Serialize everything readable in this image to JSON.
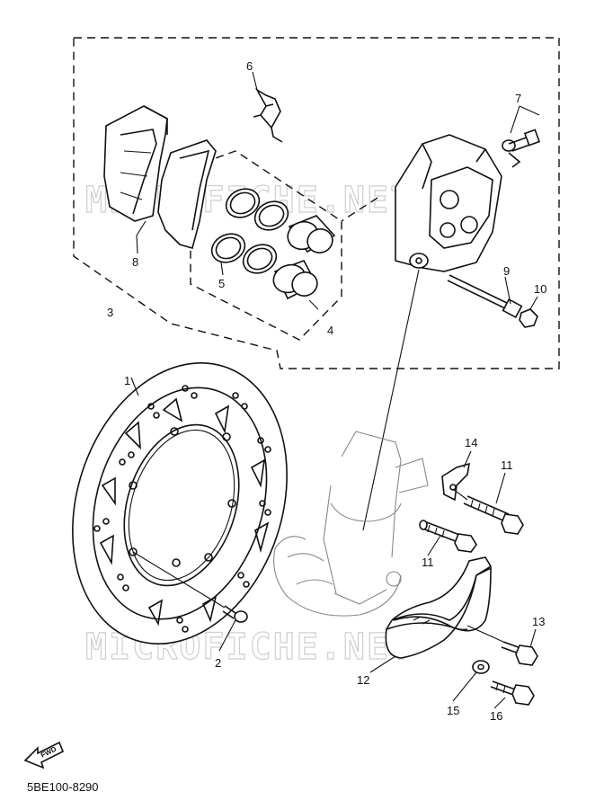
{
  "watermark": "MICROFICHE.NET",
  "diagram_code": "5BE100-8290",
  "fwd_label": "FWD",
  "callouts": [
    "1",
    "2",
    "3",
    "4",
    "5",
    "6",
    "7",
    "8",
    "9",
    "10",
    "11",
    "11",
    "12",
    "13",
    "14",
    "15",
    "16"
  ]
}
